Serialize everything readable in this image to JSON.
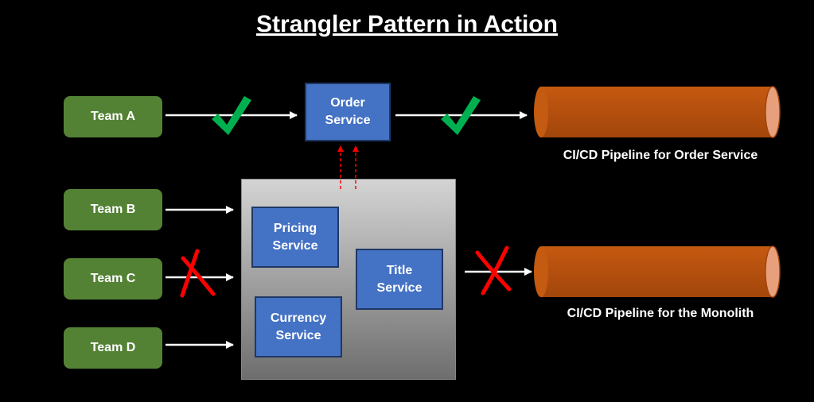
{
  "title": "Strangler Pattern in Action",
  "teams": {
    "a": "Team A",
    "b": "Team B",
    "c": "Team C",
    "d": "Team D"
  },
  "services": {
    "order": "Order\nService",
    "pricing": "Pricing\nService",
    "currency": "Currency\nService",
    "title": "Title\nService"
  },
  "pipelines": {
    "order_label": "CI/CD Pipeline for Order Service",
    "monolith_label": "CI/CD Pipeline for the Monolith"
  },
  "colors": {
    "team": "#548235",
    "service": "#4472c4",
    "pipeline": "#c55a11",
    "check": "#00b050",
    "cross": "#ff0000",
    "dashed_arrow": "#ff0000"
  },
  "icons": [
    "check-icon",
    "cross-icon"
  ]
}
